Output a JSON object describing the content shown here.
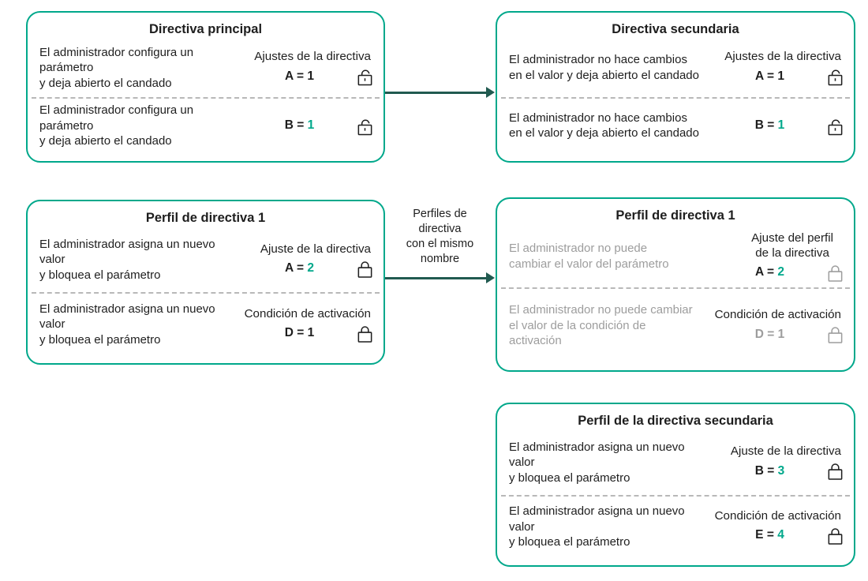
{
  "palette": {
    "teal": "#00a88b",
    "dark_teal": "#215a50",
    "text": "#1e1e1e",
    "gray": "#9d9d9d",
    "divider": "#b8b8b8",
    "background": "#ffffff"
  },
  "arrows": {
    "top": {
      "label": ""
    },
    "profiles": {
      "label": "Perfiles de\ndirectiva\ncon el mismo\nnombre"
    }
  },
  "boxes": {
    "main_policy": {
      "title": "Directiva principal",
      "rows": [
        {
          "label": "Ajustes de la directiva",
          "text": "El administrador configura un parámetro\ny deja abierto el candado",
          "variable": "A =",
          "value": "1",
          "lock": "open"
        },
        {
          "label": "",
          "text": "El administrador configura un parámetro\ny deja abierto el candado",
          "variable": "B =",
          "value": "1",
          "lock": "open"
        }
      ]
    },
    "secondary_policy": {
      "title": "Directiva secundaria",
      "rows": [
        {
          "label": "Ajustes de la directiva",
          "text": "El administrador no hace cambios\nen el valor y deja abierto el candado",
          "variable": "A =",
          "value": "1",
          "lock": "open"
        },
        {
          "label": "",
          "text": "El administrador no hace cambios\nen el valor y deja abierto el candado",
          "variable": "B =",
          "value": "1",
          "lock": "open"
        }
      ]
    },
    "policy_profile_1": {
      "title": "Perfil de directiva 1",
      "rows": [
        {
          "label": "Ajuste de la directiva",
          "text": "El administrador asigna un nuevo valor\ny bloquea el parámetro",
          "variable": "A =",
          "value": "2",
          "lock": "closed"
        },
        {
          "label": "Condición de activación",
          "text": "El administrador asigna un nuevo valor\ny bloquea el parámetro",
          "variable": "D =",
          "value": "1",
          "lock": "closed"
        }
      ]
    },
    "policy_profile_1_secondary": {
      "title": "Perfil de directiva 1",
      "rows": [
        {
          "label": "Ajuste del perfil\nde la directiva",
          "text": "El administrador no puede\ncambiar el valor del parámetro",
          "variable": "A =",
          "value": "2",
          "lock": "closed"
        },
        {
          "label": "Condición de activación",
          "text": "El administrador no puede cambiar\nel valor de la condición de\nactivación",
          "variable": "D =",
          "value": "1",
          "lock": "closed"
        }
      ]
    },
    "secondary_policy_profile": {
      "title": "Perfil de la directiva secundaria",
      "rows": [
        {
          "label": "Ajuste de la directiva",
          "text": "El administrador asigna un nuevo valor\ny bloquea el parámetro",
          "variable": "B =",
          "value": "3",
          "lock": "closed"
        },
        {
          "label": "Condición de activación",
          "text": "El administrador asigna un nuevo valor\ny bloquea el parámetro",
          "variable": "E =",
          "value": "4",
          "lock": "closed"
        }
      ]
    }
  }
}
